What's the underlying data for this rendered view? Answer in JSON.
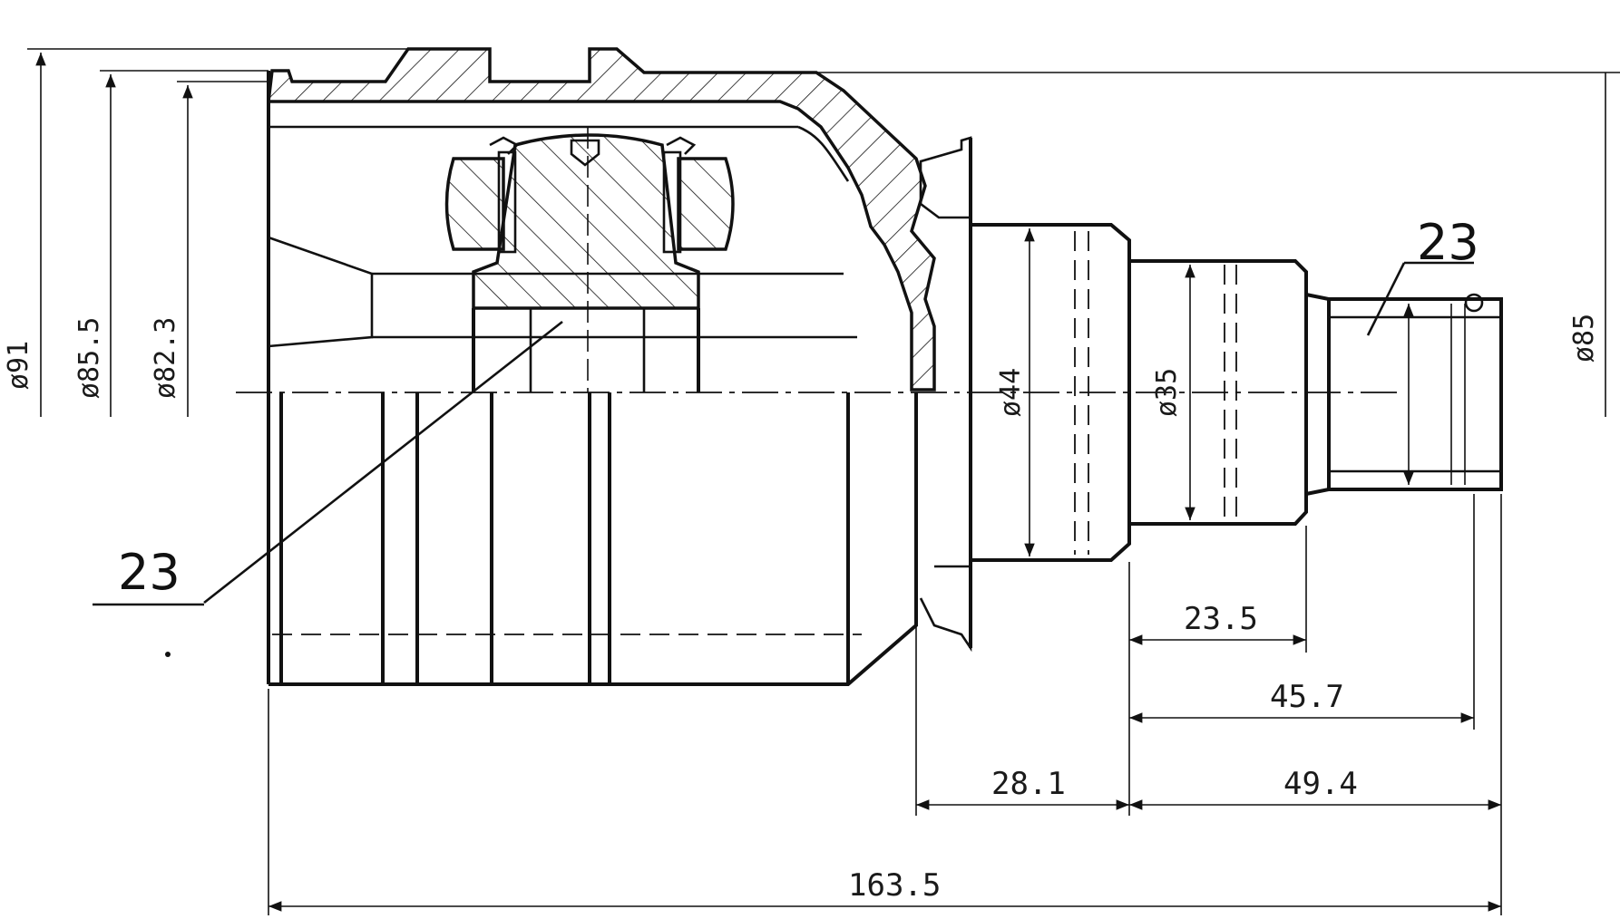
{
  "drawing": {
    "callouts": [
      {
        "id": "left",
        "label": "23"
      },
      {
        "id": "right",
        "label": "23"
      }
    ],
    "diameters": {
      "d91": "ø91",
      "d85_5": "ø85.5",
      "d82_3": "ø82.3",
      "d44": "ø44",
      "d35": "ø35",
      "d85": "ø85"
    },
    "lengths": {
      "l23_5": "23.5",
      "l45_7": "45.7",
      "l28_1": "28.1",
      "l49_4": "49.4",
      "l163_5": "163.5"
    }
  }
}
